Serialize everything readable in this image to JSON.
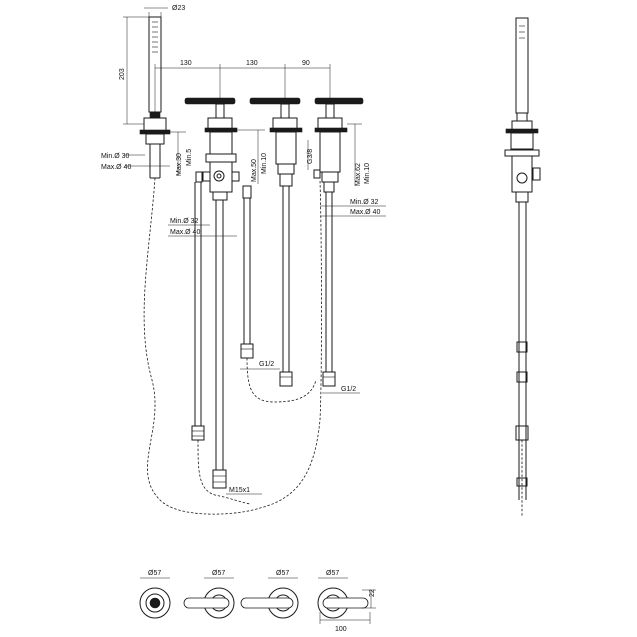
{
  "dimensions": {
    "handshower_diameter": "Ø23",
    "handshower_height": "203",
    "spacing_1": "130",
    "spacing_2": "130",
    "spacing_3": "90",
    "min_diameter_30": "Min.Ø 30",
    "max_diameter_40_a": "Max.Ø 40",
    "max_30": "Max.30",
    "min_5": "Min.5",
    "max_50": "Max.50",
    "min_10_a": "Min.10",
    "g38": "G3/8",
    "max_62": "Max.62",
    "min_10_b": "Min.10",
    "min_diameter_32_a": "Min.Ø 32",
    "max_diameter_40_b": "Max.Ø 40",
    "min_diameter_32_b": "Min.Ø 32",
    "max_diameter_40_c": "Max.Ø 40",
    "g12_a": "G1/2",
    "g12_b": "G1/2",
    "m15x1": "M15x1",
    "top_d57_1": "Ø57",
    "top_d57_2": "Ø57",
    "top_d57_3": "Ø57",
    "top_d57_4": "Ø57",
    "top_22": "22",
    "top_100": "100"
  }
}
